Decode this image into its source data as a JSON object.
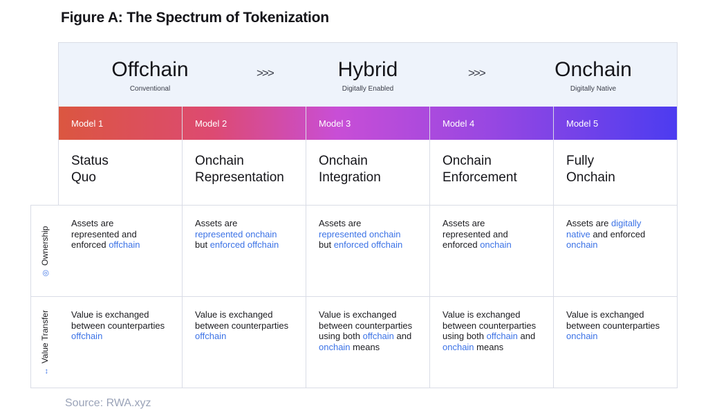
{
  "title": "Figure A: The Spectrum of Tokenization",
  "spectrum": [
    {
      "name": "Offchain",
      "sub": "Conventional"
    },
    {
      "name": "Hybrid",
      "sub": "Digitally Enabled"
    },
    {
      "name": "Onchain",
      "sub": "Digitally Native"
    }
  ],
  "arrows": [
    ">>>",
    ">>>"
  ],
  "models": [
    {
      "label": "Model 1",
      "name_line1": "Status",
      "name_line2": "Quo"
    },
    {
      "label": "Model 2",
      "name_line1": "Onchain",
      "name_line2": "Representation"
    },
    {
      "label": "Model 3",
      "name_line1": "Onchain",
      "name_line2": "Integration"
    },
    {
      "label": "Model 4",
      "name_line1": "Onchain",
      "name_line2": "Enforcement"
    },
    {
      "label": "Model 5",
      "name_line1": "Fully",
      "name_line2": "Onchain"
    }
  ],
  "rows": {
    "ownership": {
      "label": "Ownership",
      "icon": "ownership-icon"
    },
    "value_transfer": {
      "label": "Value Transfer",
      "icon": "arrows-icon"
    }
  },
  "ownership": [
    {
      "t1": "Assets are",
      "t2": "represented and",
      "t3": "enforced ",
      "h3": "offchain"
    },
    {
      "t1": "Assets are",
      "h2": "represented onchain",
      "t3": "but ",
      "h3": "enforced offchain"
    },
    {
      "t1": "Assets are",
      "h2": "represented onchain",
      "t3": "but ",
      "h3": "enforced offchain"
    },
    {
      "t1": "Assets are",
      "t2": "represented and",
      "t3": "enforced ",
      "h3": "onchain"
    },
    {
      "t1": "Assets are ",
      "h1": "digitally",
      "h2": "native",
      "t2": " and enforced",
      "h3": "onchain"
    }
  ],
  "value_transfer": [
    {
      "l1": "Value is exchanged",
      "l2": "between counterparties",
      "h3": "offchain"
    },
    {
      "l1": "Value is exchanged",
      "l2": "between counterparties",
      "h3": "offchain"
    },
    {
      "l1": "Value is exchanged",
      "l2": "between counterparties",
      "l3": "using both ",
      "h3": "offchain",
      "l3b": " and",
      "h4": "onchain",
      "l4": " means"
    },
    {
      "l1": "Value is exchanged",
      "l2": "between counterparties",
      "l3": "using both ",
      "h3": "offchain",
      "l3b": " and",
      "h4": "onchain",
      "l4": " means"
    },
    {
      "l1": "Value is exchanged",
      "l2": "between counterparties",
      "h3": "onchain"
    }
  ],
  "source": "Source: RWA.xyz",
  "colors": {
    "highlight": "#3b72e6",
    "border": "#d9dce6",
    "spectrum_bg": "#eef3fb"
  }
}
